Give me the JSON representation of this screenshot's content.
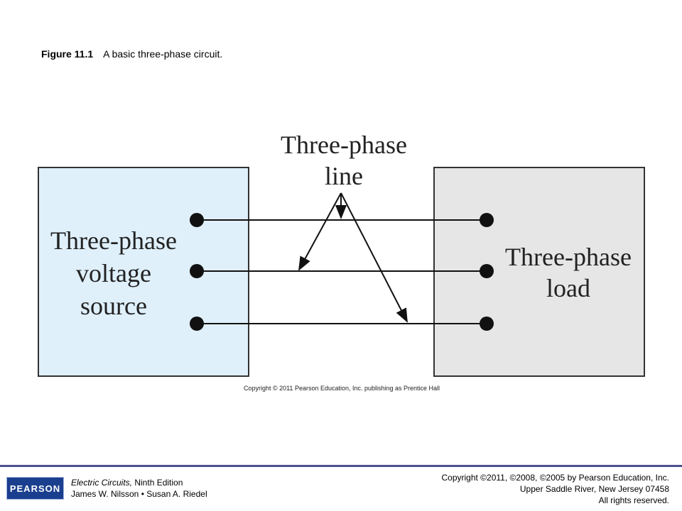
{
  "caption": {
    "number": "Figure 11.1",
    "text": "A basic three-phase circuit."
  },
  "diagram": {
    "source": {
      "lines": [
        "Three-phase",
        "voltage",
        "source"
      ],
      "fill": "#dff0fb"
    },
    "load": {
      "lines": [
        "Three-phase",
        "load"
      ],
      "fill": "#e6e6e6"
    },
    "line_label": {
      "lines": [
        "Three-phase",
        "line"
      ]
    },
    "copyright": "Copyright © 2011 Pearson Education, Inc. publishing as Prentice Hall"
  },
  "footer": {
    "logo": "PEARSON",
    "book_title": "Electric Circuits,",
    "book_edition": " Ninth Edition",
    "authors": "James W. Nilsson • Susan A. Riedel",
    "copyright_line": "Copyright ©2011, ©2008, ©2005 by Pearson Education, Inc.",
    "address": "Upper Saddle River, New Jersey 07458",
    "rights": "All rights reserved."
  }
}
